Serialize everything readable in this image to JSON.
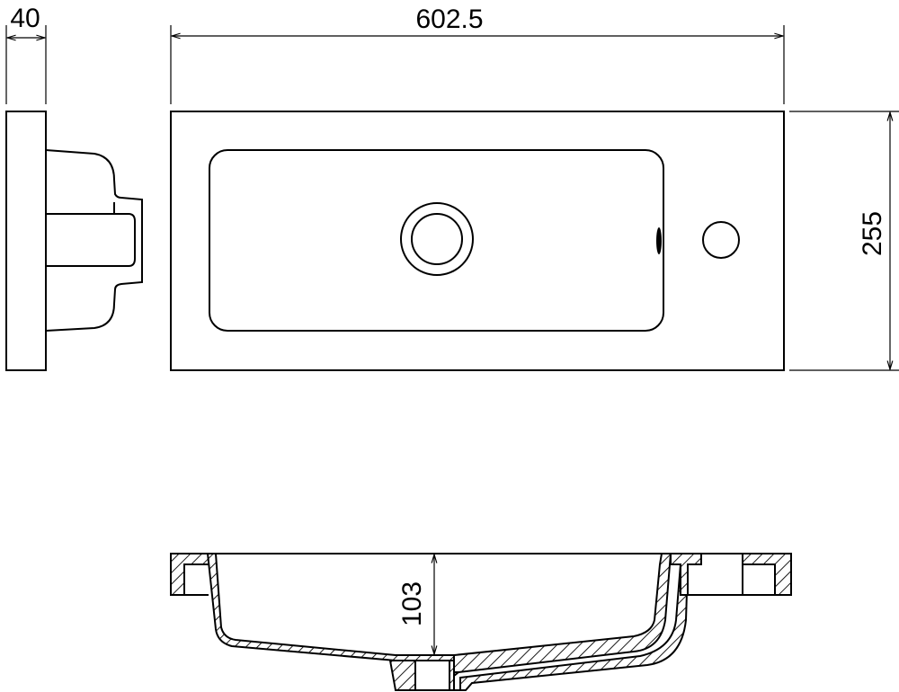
{
  "drawing": {
    "dimensions": {
      "thickness": "40",
      "width": "602.5",
      "depth": "255",
      "bowl_depth": "103"
    },
    "colors": {
      "line": "#000000",
      "background": "#ffffff"
    }
  }
}
